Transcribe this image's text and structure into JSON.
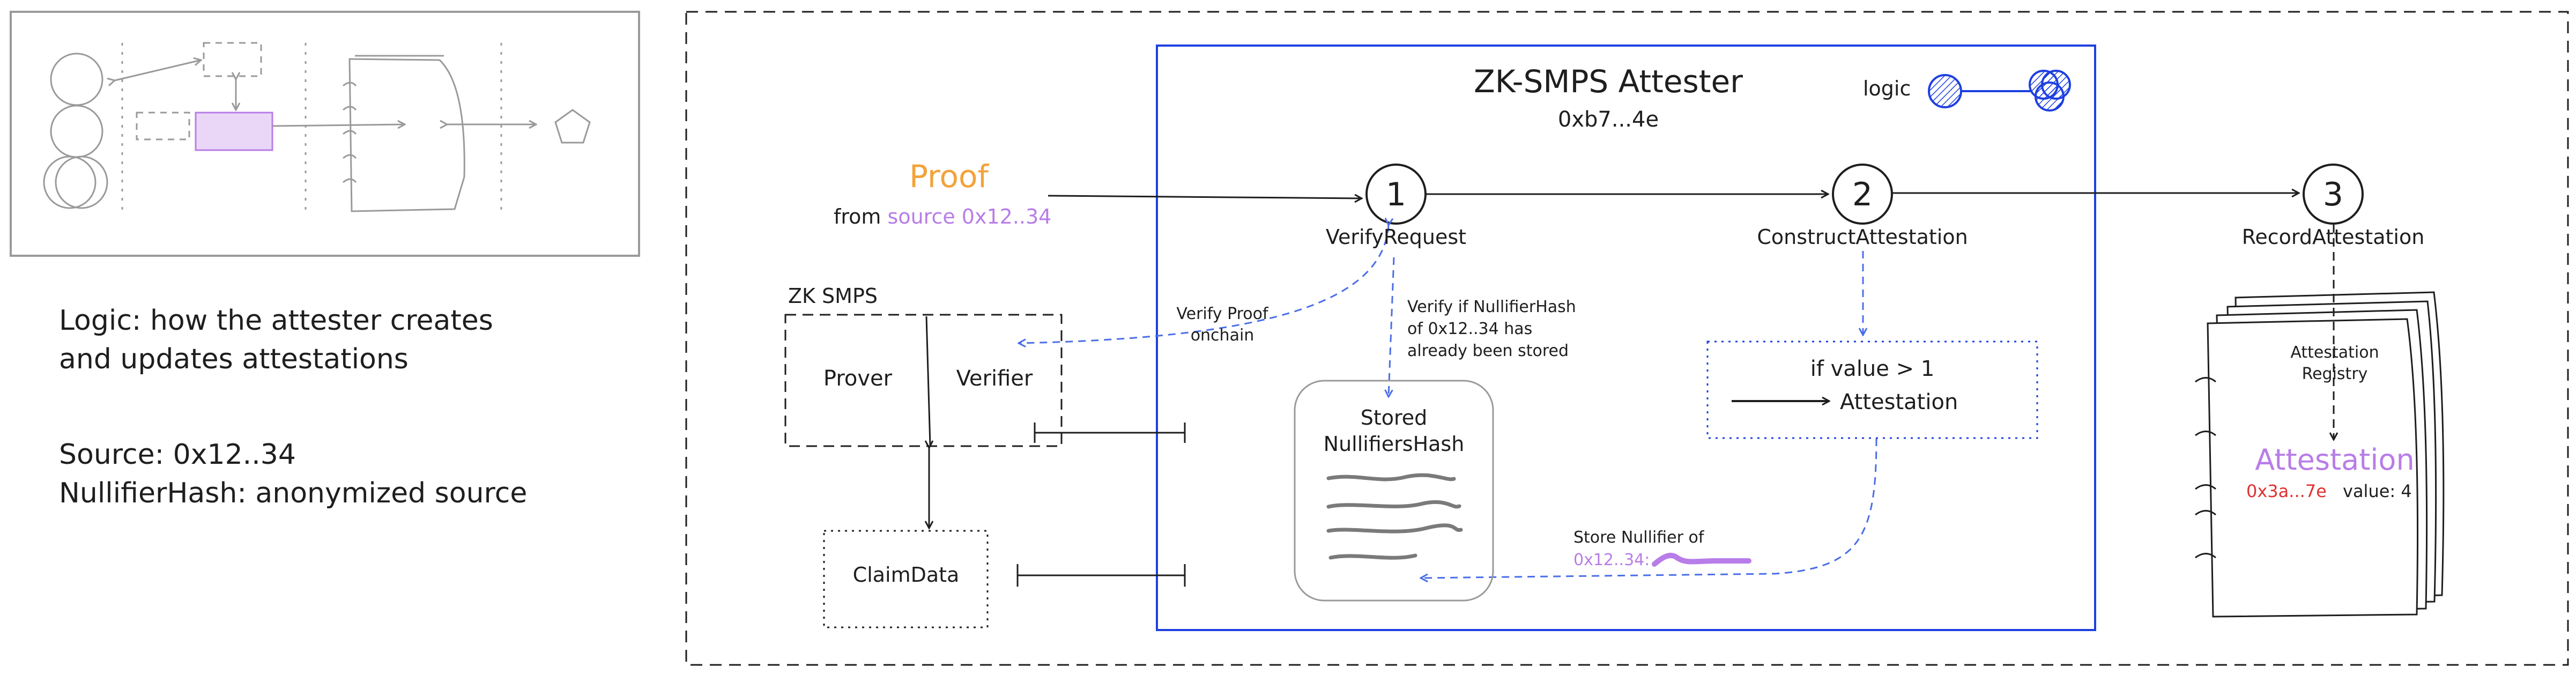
{
  "notes": {
    "logic_line1": "Logic: how the attester creates",
    "logic_line2": "and updates attestations",
    "source": "Source: 0x12..34",
    "nullifier": "NullifierHash: anonymized source"
  },
  "attester": {
    "title": "ZK-SMPS Attester",
    "address": "0xb7...4e",
    "logic_label": "logic"
  },
  "proof": {
    "title": "Proof",
    "from_label": "from",
    "source_label": "source 0x12..34"
  },
  "steps": [
    {
      "number": "1",
      "label": "VerifyRequest"
    },
    {
      "number": "2",
      "label": "ConstructAttestation"
    },
    {
      "number": "3",
      "label": "RecordAttestation"
    }
  ],
  "zk_smps": {
    "title": "ZK SMPS",
    "prover": "Prover",
    "verifier": "Verifier",
    "claim_data": "ClaimData"
  },
  "annotations": {
    "verify_proof_1": "Verify Proof",
    "verify_proof_2": "onchain",
    "verify_if_1": "Verify if NullifierHash",
    "verify_if_2": "of 0x12..34 has",
    "verify_if_3": "already been stored",
    "store_nullifier": "Store Nullifier of",
    "store_nullifier_value": "0x12..34:"
  },
  "stored": {
    "line1": "Stored",
    "line2": "NullifiersHash"
  },
  "condition": {
    "line1": "if value > 1",
    "line2": "Attestation"
  },
  "registry": {
    "label1": "Attestation",
    "label2": "Registry",
    "attestation_title": "Attestation",
    "attestation_id": "0x3a...7e",
    "value_label": "value: 4"
  },
  "colors": {
    "accent_blue": "#1e40e0",
    "dash_blue": "#4a6ee8",
    "orange": "#f2a33a",
    "purple": "#b87de8",
    "red": "#e03131",
    "ink": "#1e1e1e"
  }
}
